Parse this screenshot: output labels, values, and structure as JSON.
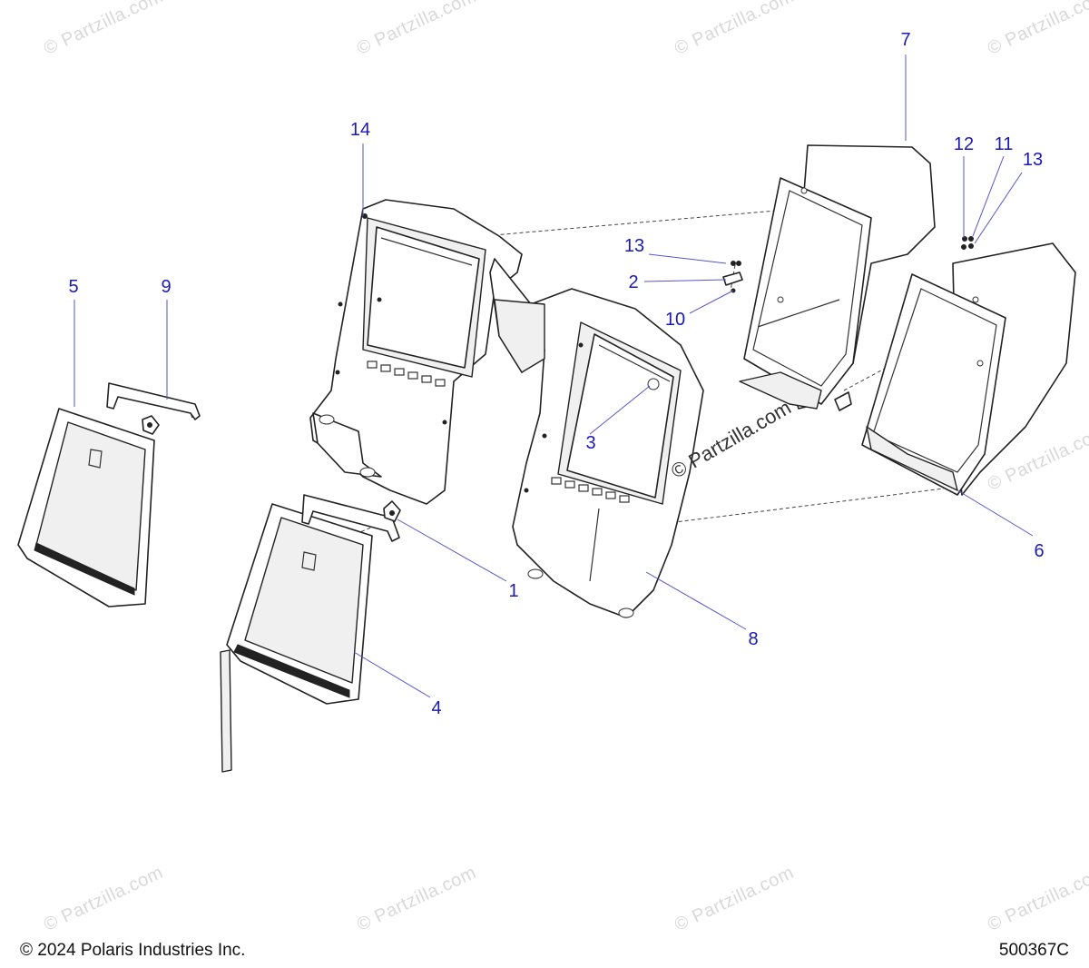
{
  "watermark_text": "© Partzilla.com",
  "center_watermark_text": "© Partzilla.com",
  "footer": {
    "copyright": "© 2024 Polaris Industries Inc.",
    "diagram_id": "500367C"
  },
  "callouts": [
    {
      "id": "callout-1",
      "label": "1"
    },
    {
      "id": "callout-2",
      "label": "2"
    },
    {
      "id": "callout-3",
      "label": "3"
    },
    {
      "id": "callout-4",
      "label": "4"
    },
    {
      "id": "callout-5",
      "label": "5"
    },
    {
      "id": "callout-6",
      "label": "6"
    },
    {
      "id": "callout-7",
      "label": "7"
    },
    {
      "id": "callout-8",
      "label": "8"
    },
    {
      "id": "callout-9",
      "label": "9"
    },
    {
      "id": "callout-10",
      "label": "10"
    },
    {
      "id": "callout-11",
      "label": "11"
    },
    {
      "id": "callout-12",
      "label": "12"
    },
    {
      "id": "callout-13a",
      "label": "13"
    },
    {
      "id": "callout-13b",
      "label": "13"
    },
    {
      "id": "callout-14",
      "label": "14"
    }
  ],
  "colors": {
    "callout_text": "#1a1ab4",
    "leader_line": "#5555cc",
    "watermark": "#d9d9d9"
  }
}
